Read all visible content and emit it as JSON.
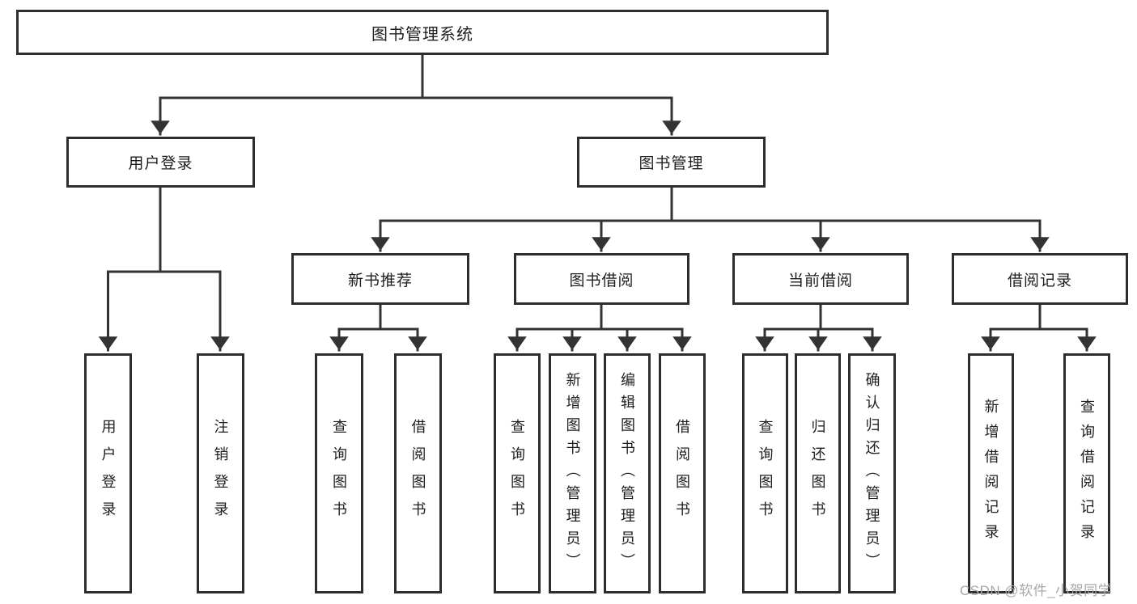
{
  "diagram": {
    "title_note": "functional structure tree",
    "root": {
      "label": "图书管理系统"
    },
    "level2": [
      {
        "label": "用户登录"
      },
      {
        "label": "图书管理"
      }
    ],
    "level3": [
      {
        "label": "新书推荐"
      },
      {
        "label": "图书借阅"
      },
      {
        "label": "当前借阅"
      },
      {
        "label": "借阅记录"
      }
    ],
    "leaves": {
      "user_login": [
        "用户登录",
        "注销登录"
      ],
      "new_book": [
        "查询图书",
        "借阅图书"
      ],
      "book_borrow": [
        "查询图书",
        "新增图书（管理员）",
        "编辑图书（管理员）",
        "借阅图书"
      ],
      "current_borrow": [
        "查询图书",
        "归还图书",
        "确认归还（管理员）"
      ],
      "borrow_record": [
        "新增借阅记录",
        "查询借阅记录"
      ]
    },
    "colors": {
      "line": "#333333",
      "box_border": "#2d2d2d",
      "text": "#1e1e1e",
      "watermark": "#a7a7a7",
      "background": "#ffffff"
    }
  },
  "watermark": {
    "text": "CSDN @软件_小贺同学"
  }
}
